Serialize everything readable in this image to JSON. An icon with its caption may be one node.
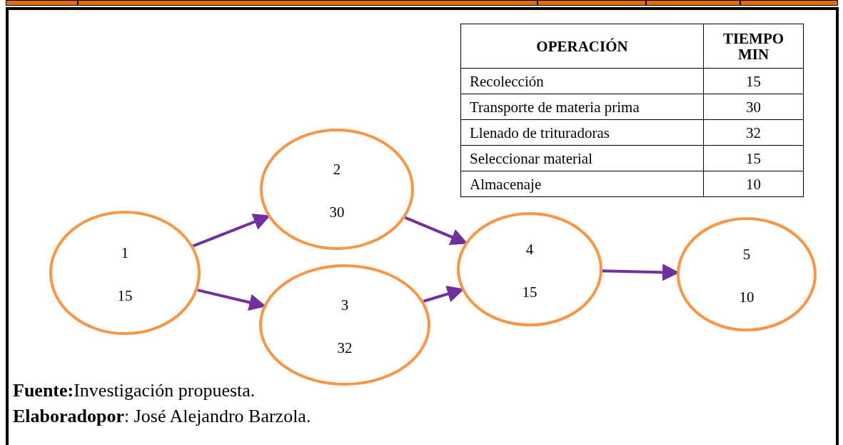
{
  "diagram": {
    "nodes": [
      {
        "text": [
          "1",
          "15"
        ]
      },
      {
        "text": [
          "2",
          "30"
        ]
      },
      {
        "text": [
          "3",
          "32"
        ]
      },
      {
        "text": [
          "4",
          "15"
        ]
      },
      {
        "text": [
          "5",
          "10"
        ]
      }
    ],
    "edges": [
      {
        "from": 0,
        "to": 1,
        "arrow": "to"
      },
      {
        "from": 0,
        "to": 2,
        "arrow": "to"
      },
      {
        "from": 1,
        "to": 3,
        "arrow": "to"
      },
      {
        "from": 2,
        "to": 3,
        "arrow": "to"
      },
      {
        "from": 3,
        "to": 4,
        "arrow": "to"
      }
    ],
    "labels": [
      "OPERACIÓN",
      "TIEMPO MIN",
      "Recolección",
      "15",
      "Transporte de materia prima",
      "30",
      "Llenado de trituradoras",
      "32",
      "Seleccionar material",
      "15",
      "Almacenaje",
      "10",
      "**Fuente:**Investigación propuesta.",
      "**Elaboradopor**: José Alejandro Barzola."
    ]
  }
}
